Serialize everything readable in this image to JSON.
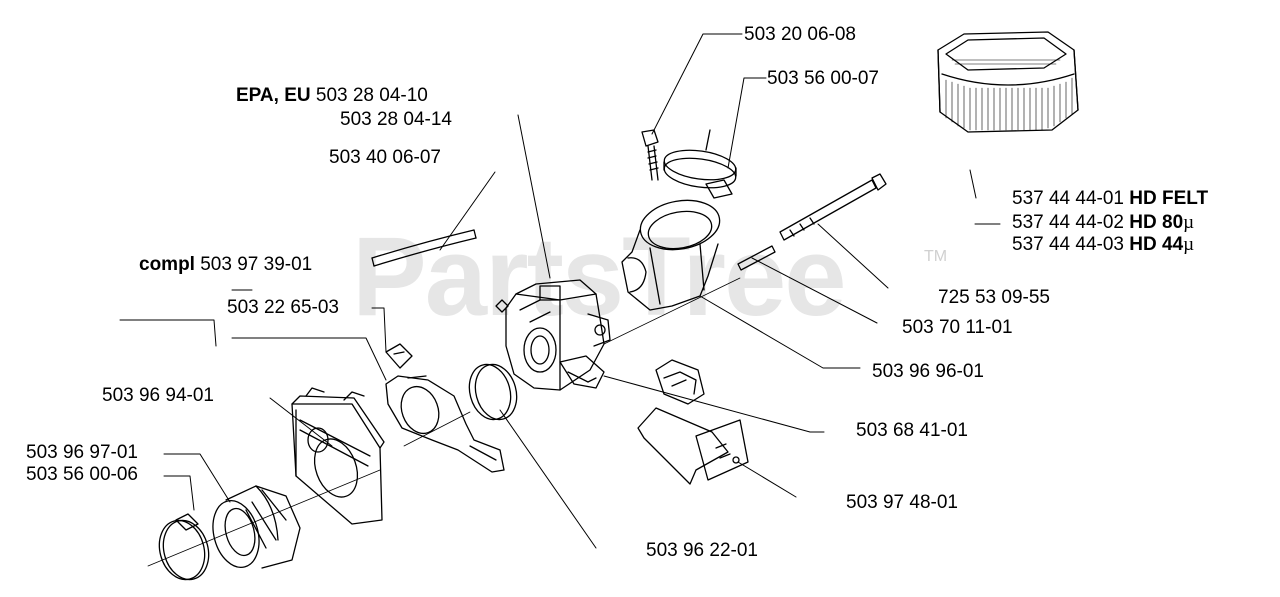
{
  "watermark": {
    "text": "PartsTree",
    "trademark": "TM"
  },
  "labels": {
    "p_503_20_06_08": "503 20 06-08",
    "p_503_56_00_07": "503 56 00-07",
    "epa_prefix": "EPA, EU",
    "p_503_28_04_10": "503 28 04-10",
    "p_503_28_04_14": "503 28 04-14",
    "p_503_40_06_07": "503 40 06-07",
    "compl_prefix": "compl",
    "p_503_97_39_01": "503 97 39-01",
    "p_503_22_65_03": "503 22 65-03",
    "p_503_96_94_01": "503 96 94-01",
    "p_503_96_97_01": "503 96 97-01",
    "p_503_56_00_06": "503 56 00-06",
    "p_503_96_22_01": "503 96 22-01",
    "p_537_44_44_01": "537 44 44-01",
    "hd_felt": "HD FELT",
    "p_537_44_44_02": "537 44 44-02",
    "hd_80": "HD 80",
    "p_537_44_44_03": "537 44 44-03",
    "hd_44": "HD 44",
    "micro": "µ",
    "p_725_53_09_55": "725 53 09-55",
    "p_503_70_11_01": "503 70 11-01",
    "p_503_96_96_01": "503 96 96-01",
    "p_503_68_41_01": "503 68 41-01",
    "p_503_97_48_01": "503 97 48-01"
  }
}
